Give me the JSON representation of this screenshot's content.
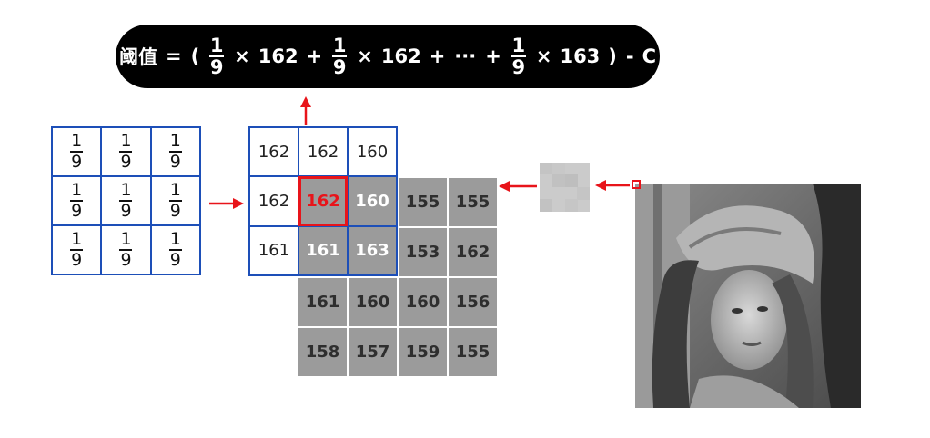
{
  "formula": {
    "label": "阈值",
    "eq": "=",
    "open": "(",
    "frac_num": "1",
    "frac_den": "9",
    "times": "×",
    "v1": "162",
    "plus": "+",
    "v2": "162",
    "ellipsis": "···",
    "v3": "163",
    "close": ")",
    "minus": "-",
    "c": "C"
  },
  "kernel": {
    "num": "1",
    "den": "9"
  },
  "window": [
    [
      "162",
      "162",
      "160"
    ],
    [
      "162",
      "162",
      "160"
    ],
    [
      "161",
      "161",
      "163"
    ]
  ],
  "gray_grid": [
    [
      "",
      "",
      "155",
      "155"
    ],
    [
      "",
      "",
      "153",
      "162"
    ],
    [
      "161",
      "160",
      "160",
      "156"
    ],
    [
      "158",
      "157",
      "159",
      "155"
    ]
  ],
  "colors": {
    "kernel_border": "#1d4fb8",
    "highlight": "#e8141a",
    "pixel_gray": "#9b9b9b"
  }
}
